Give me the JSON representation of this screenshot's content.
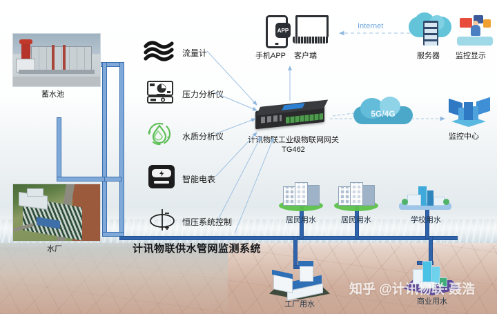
{
  "diagram": {
    "title": "计讯物联供水管网监测系统",
    "watermark": "知乎 @计讯物联·聂浩"
  },
  "sources": [
    {
      "id": "reservoir",
      "label": "蓄水池",
      "icon": "water-reservoir-photo"
    },
    {
      "id": "waterplant",
      "label": "水厂",
      "icon": "water-plant-photo"
    }
  ],
  "sensors": [
    {
      "id": "flowmeter",
      "label": "流量计",
      "icon": "wave-flow-icon",
      "color": "#141414"
    },
    {
      "id": "pressure-analyzer",
      "label": "压力分析仪",
      "icon": "gauge-monitor-icon",
      "color": "#2b2b2b"
    },
    {
      "id": "water-quality",
      "label": "水质分析仪",
      "icon": "water-drop-cycle-icon",
      "color": "#5fbf58"
    },
    {
      "id": "smart-meter",
      "label": "智能电表",
      "icon": "electric-meter-icon",
      "color": "#1c1c1c"
    },
    {
      "id": "pressure-control",
      "label": "恒压系统控制",
      "icon": "pressure-valve-icon",
      "color": "#1c1c1c"
    }
  ],
  "gateway": {
    "name_line1": "计讯物联工业级物联网网关",
    "name_line2": "TG462",
    "icon": "industrial-iot-gateway"
  },
  "cloud": {
    "mobile_network_label": "5G/4G",
    "internet_label": "Internet"
  },
  "platform": [
    {
      "id": "mobile-app",
      "label": "手机APP",
      "icon": "smartphone-app-icon"
    },
    {
      "id": "client",
      "label": "客户端",
      "icon": "laptop-client-icon"
    },
    {
      "id": "server",
      "label": "服务器",
      "icon": "cloud-server-icon"
    },
    {
      "id": "monitor-display",
      "label": "监控显示",
      "icon": "monitoring-display-icon"
    },
    {
      "id": "monitor-center",
      "label": "监控中心",
      "icon": "monitoring-center-icon"
    }
  ],
  "consumers": [
    {
      "id": "residential-1",
      "label": "居民用水",
      "icon": "apartment-buildings-icon"
    },
    {
      "id": "residential-2",
      "label": "居民用水",
      "icon": "apartment-buildings-icon"
    },
    {
      "id": "school",
      "label": "学校用水",
      "icon": "school-building-icon"
    },
    {
      "id": "factory",
      "label": "工厂用水",
      "icon": "factory-building-icon"
    },
    {
      "id": "commercial",
      "label": "商业用水",
      "icon": "commercial-district-icon"
    }
  ],
  "colors": {
    "pipe": "#7fa9d8",
    "pipe_stroke": "#3a6fae",
    "pipe_dark": "#2f63ab",
    "accent_blue": "#6fa8dc",
    "cloud": "#4ca8c9",
    "quality_green": "#5fbf58"
  }
}
